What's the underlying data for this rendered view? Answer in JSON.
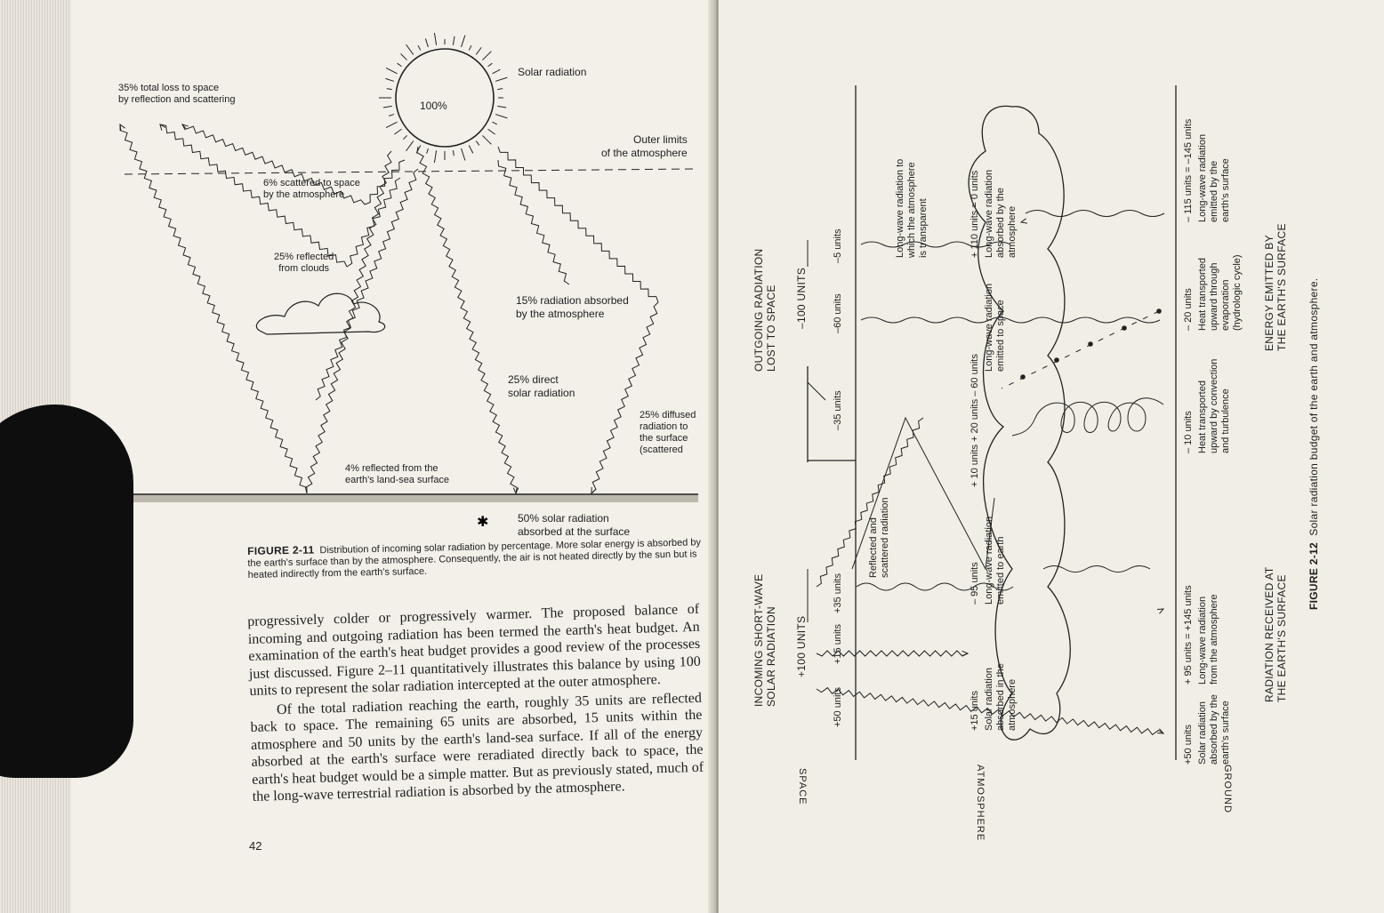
{
  "left_page": {
    "diagram": {
      "sun_percent": "100%",
      "labels": {
        "solar_radiation": "Solar radiation",
        "total_loss": "35% total loss to space\nby reflection and scattering",
        "outer_limits": "Outer limits\nof the atmosphere",
        "scattered_space": "6% scattered to space\nby the atmosphere",
        "reflected_clouds": "25% reflected\nfrom clouds",
        "absorbed_atmosphere": "15% radiation absorbed\nby the atmosphere",
        "direct": "25% direct\nsolar radiation",
        "diffused": "25% diffused\nradiation to\nthe surface\n(scattered",
        "reflected_surface": "4% reflected from the\nearth's land-sea surface",
        "absorbed_surface": "50% solar radiation\nabsorbed at the surface"
      }
    },
    "caption": {
      "label": "FIGURE 2-11",
      "text": "Distribution of incoming solar radiation by percentage. More solar energy is absorbed by the earth's surface than by the atmosphere. Consequently, the air is not heated directly by the sun but is heated indirectly from the earth's surface."
    },
    "body_paragraph_1": "progressively colder or progressively warmer. The proposed balance of incoming and outgoing radiation has been termed the earth's heat budget. An examination of the earth's heat budget provides a good review of the processes just discussed. Figure 2–11 quantitatively illustrates this balance by using 100 units to represent the solar radiation intercepted at the outer atmosphere.",
    "body_paragraph_2": "Of the total radiation reaching the earth, roughly 35 units are reflected back to space. The remaining 65 units are absorbed, 15 units within the atmosphere and 50 units by the earth's land-sea surface. If all of the energy absorbed at the earth's surface were reradiated directly back to space, the earth's heat budget would be a simple matter. But as previously stated, much of the long-wave terrestrial radiation is absorbed by the atmosphere.",
    "page_number": "42"
  },
  "right_page": {
    "zones": {
      "space": "SPACE",
      "atmosphere": "ATMOSPHERE",
      "ground": "GROUND"
    },
    "incoming": {
      "title": "INCOMING SHORT-WAVE\nSOLAR RADIATION",
      "total": "+100 UNITS",
      "u50": "+50 units",
      "u15": "+15 units",
      "u35": "+35 units"
    },
    "outgoing": {
      "title": "OUTGOING RADIATION\nLOST TO SPACE",
      "total": "–100 UNITS",
      "u35": "–35 units",
      "u60": "–60 units",
      "u5": "–5 units"
    },
    "reflected": "Reflected and\nscattered radiation",
    "transparent": "Long-wave radiation to\nwhich the atmosphere\nis transparent",
    "atm_row": [
      {
        "value": "+15 units",
        "text": "Solar radiation\nabsorbed in the\natmosphere"
      },
      {
        "value": "– 95 units",
        "text": "Long-wave radiation\nemitted to earth"
      },
      {
        "value": "+ 10 units  + 20 units  – 60 units",
        "text": "Long-wave radiation\nemitted to space"
      },
      {
        "value": "+ 110 units  = 0 units",
        "text": "Long-wave radiation\nabsorbed by the\natmosphere"
      }
    ],
    "ground_row": [
      {
        "value": "+50 units",
        "text": "Solar radiation\nabsorbed by the\nearth's surface"
      },
      {
        "value": "+ 95 units = +145 units",
        "text": "Long-wave radiation\nfrom the atmosphere"
      },
      {
        "value": "– 10 units",
        "text": "Heat transported\nupward by convection\nand turbulence"
      },
      {
        "value": "– 20 units",
        "text": "Heat transported\nupward through\nevaporation\n(hydrologic cycle)"
      },
      {
        "value": "– 115 units  = –145 units",
        "text": "Long-wave radiation\nemitted by the\nearth's surface"
      }
    ],
    "received": "RADIATION RECEIVED AT\nTHE EARTH'S SURFACE",
    "emitted": "ENERGY EMITTED BY\nTHE EARTH'S SURFACE",
    "caption": {
      "label": "FIGURE 2-12",
      "text": "Solar radiation budget of the earth and atmosphere."
    }
  }
}
